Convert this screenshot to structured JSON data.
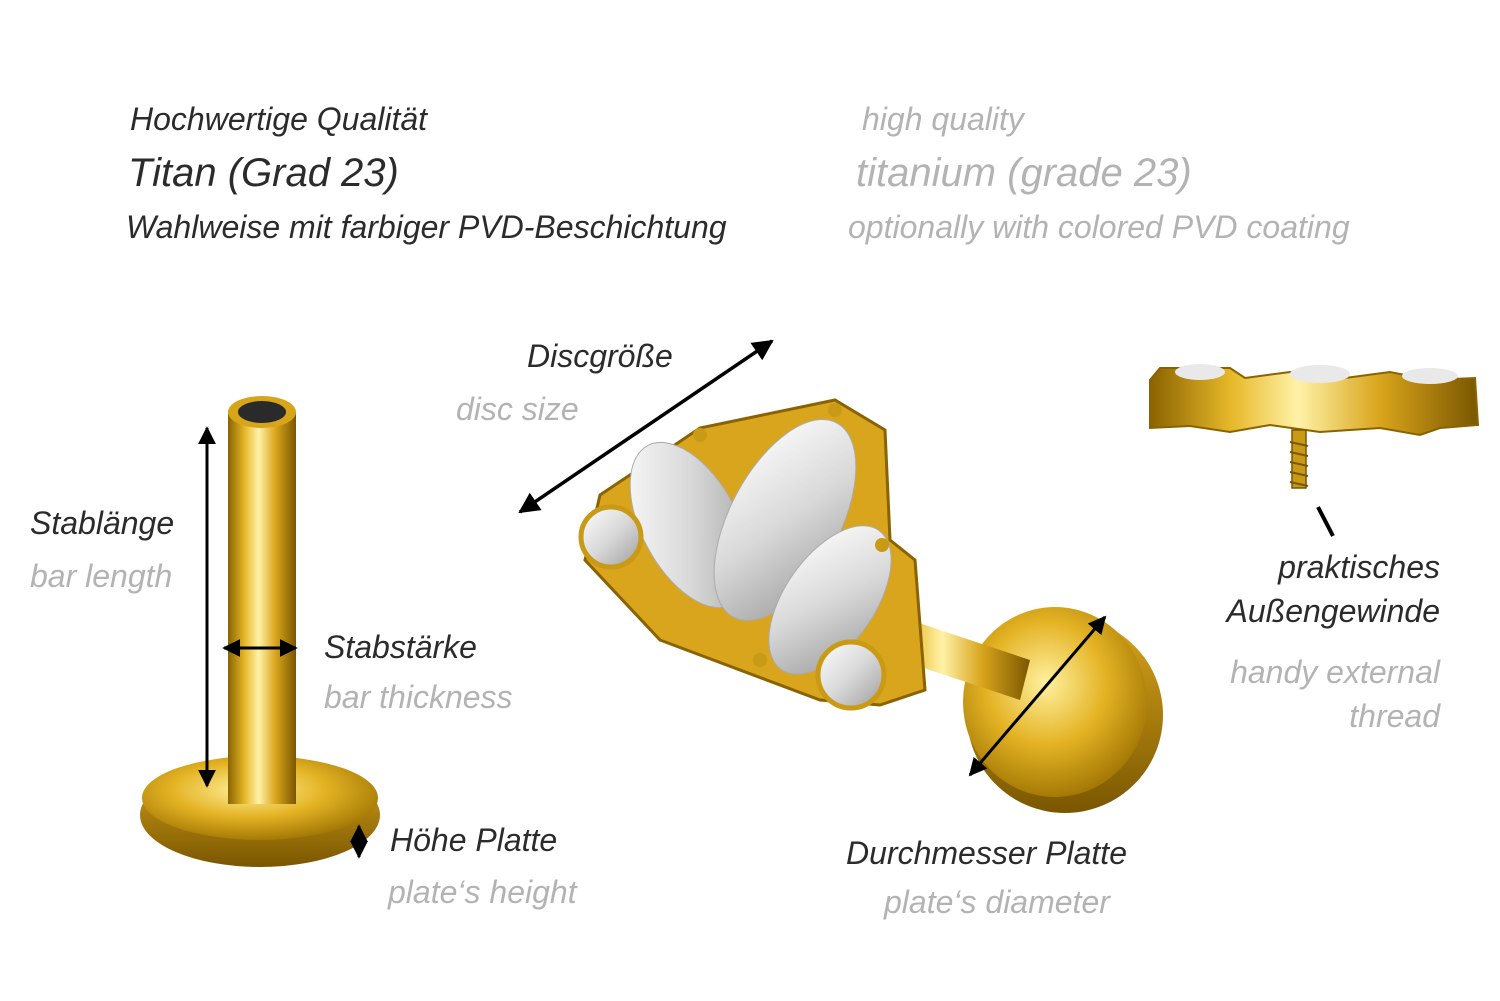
{
  "header": {
    "quality_de": "Hochwertige Qualität",
    "material_de": "Titan (Grad 23)",
    "coating_de": "Wahlweise mit farbiger PVD-Beschichtung",
    "quality_en": "high quality",
    "material_en": "titanium (grade 23)",
    "coating_en": "optionally with colored PVD coating"
  },
  "labels": {
    "disc_size_de": "Discgröße",
    "disc_size_en": "disc size",
    "bar_length_de": "Stablänge",
    "bar_length_en": "bar length",
    "bar_thickness_de": "Stabstärke",
    "bar_thickness_en": "bar thickness",
    "plate_height_de": "Höhe Platte",
    "plate_height_en": "plate‘s height",
    "plate_diameter_de": "Durchmesser Platte",
    "plate_diameter_en": "plate‘s diameter",
    "thread_de_line1": "praktisches",
    "thread_de_line2": "Außengewinde",
    "thread_en_line1": "handy external",
    "thread_en_line2": "thread"
  },
  "colors": {
    "gold": "#d4a017",
    "gold_light": "#f6dd6a",
    "gold_dark": "#8a6300",
    "text_dark": "#2b2b2b",
    "text_light": "#b3b3b3"
  }
}
